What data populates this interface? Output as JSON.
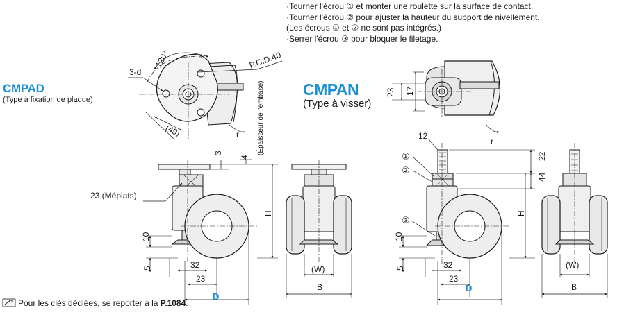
{
  "notes": [
    "·Tourner l'écrou ① et monter une roulette sur la surface de contact.",
    "·Tourner l'écrou ② pour ajuster la hauteur du support de nivellement.",
    " (Les écrous ① et ② ne sont pas intégrés.)",
    "·Serrer l'écrou ③ pour bloquer le filetage."
  ],
  "left_model": {
    "code": "CMPAD",
    "subtitle": "(Type à fixation de plaque)"
  },
  "right_model": {
    "code": "CMPAN",
    "subtitle": "(Type à visser)"
  },
  "labels": {
    "holes": "3-d",
    "angle": "120°",
    "pcd": "P.C.D.40",
    "plate_width": "(49)",
    "radius_left": "r",
    "radius_right": "r",
    "plate_thickness": "(Épaisseur de l'embase)",
    "dim_3": "3",
    "dim_4": "4",
    "flats": "23 (Méplats)",
    "height_left": "H",
    "height_right": "H",
    "dim_10_left": "10",
    "dim_5_left": "5",
    "dim_32_left": "32",
    "dim_23_left": "23",
    "d_left": "D",
    "w_left": "(W)",
    "b_left": "B",
    "dim_23_top": "23",
    "dim_17": "17",
    "dim_12": "12",
    "dim_22": "22",
    "dim_44": "44",
    "nut1": "①",
    "nut2": "②",
    "nut3": "③",
    "dim_10_right": "10",
    "dim_5_right": "5",
    "dim_32_right": "32",
    "dim_23_right": "23",
    "d_right": "D",
    "w_right": "(W)",
    "b_right": "B"
  },
  "footer": {
    "text": "Pour les clés dédiées, se reporter à la ",
    "ref": "P.1084",
    "end": "."
  },
  "colors": {
    "accent": "#1a8fd4",
    "line": "#1a1a1a",
    "shade": "#e6e6e6"
  }
}
